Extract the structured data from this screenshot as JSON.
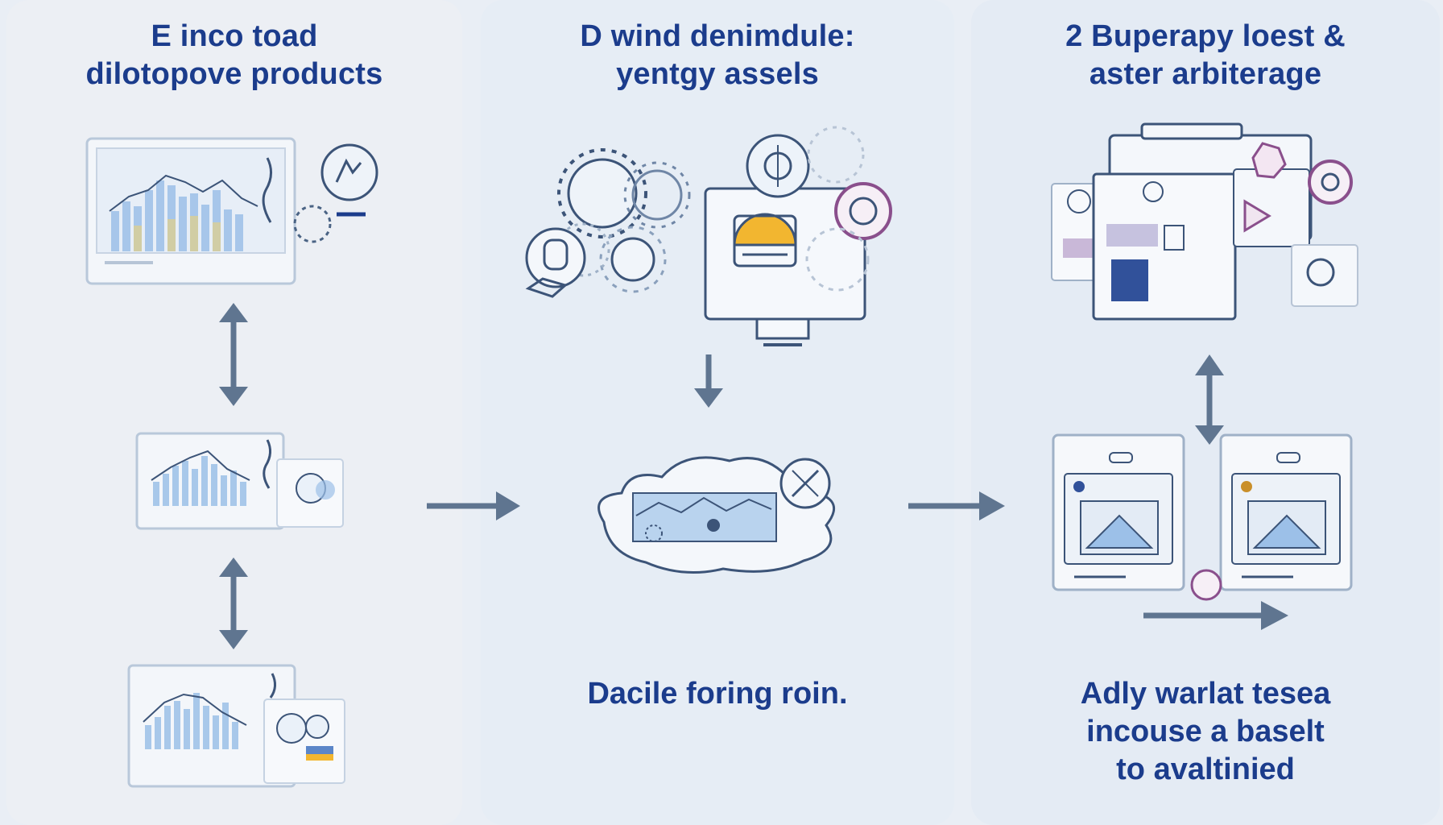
{
  "panels": [
    {
      "title_lines": [
        "E inco toad",
        "dilotopove products"
      ]
    },
    {
      "title_lines": [
        "D wind denimdule:",
        "yentgy assels"
      ],
      "caption": "Dacile foring roin."
    },
    {
      "title_lines": [
        "2 Buperapy loest &",
        "aster arbiterage"
      ],
      "caption_lines": [
        "Adly warlat tesea",
        "incouse a baselt",
        "to avaltinied"
      ]
    }
  ],
  "colors": {
    "title": "#1b3c8c",
    "arrow": "#5f7590",
    "line_art": "#3c5478",
    "accent_blue": "#9cc0e8",
    "accent_yellow": "#f2b630",
    "accent_purple": "#8a4f8c"
  }
}
